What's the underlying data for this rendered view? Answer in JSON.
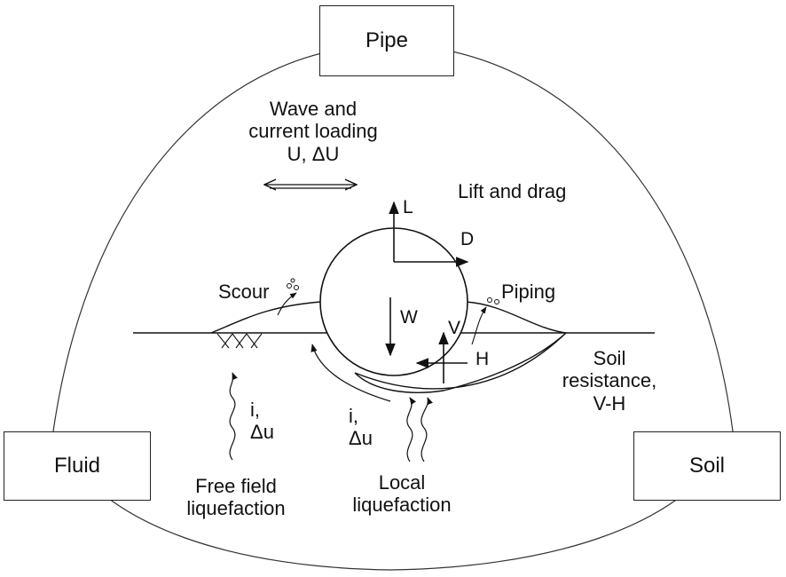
{
  "boxes": {
    "pipe": "Pipe",
    "fluid": "Fluid",
    "soil": "Soil"
  },
  "loading": {
    "line1": "Wave and",
    "line2": "current loading",
    "line3": "U, ΔU"
  },
  "lift_drag": "Lift and drag",
  "forces": {
    "L": "L",
    "D": "D",
    "W": "W",
    "V": "V",
    "H": "H"
  },
  "scour": "Scour",
  "piping": "Piping",
  "soil_resistance": {
    "line1": "Soil",
    "line2": "resistance,",
    "line3": "V-H"
  },
  "gradient_free": {
    "line1": "i,",
    "line2": "Δu"
  },
  "gradient_local": {
    "line1": "i,",
    "line2": "Δu"
  },
  "free_field": {
    "line1": "Free field",
    "line2": "liquefaction"
  },
  "local": {
    "line1": "Local",
    "line2": "liquefaction"
  }
}
